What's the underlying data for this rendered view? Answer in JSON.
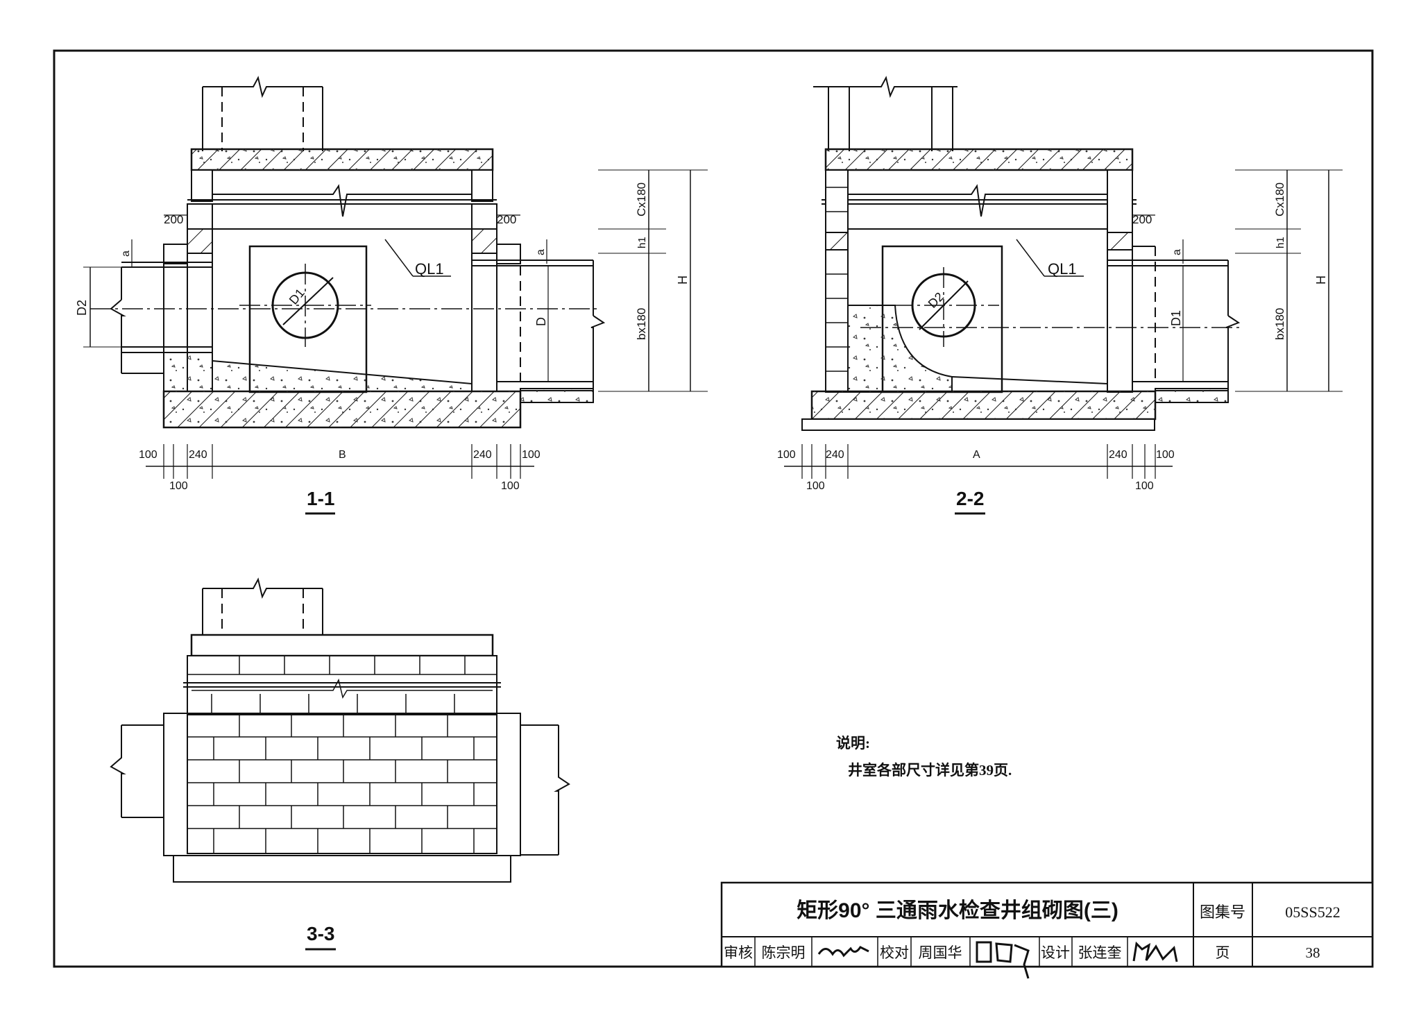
{
  "section_1_1": {
    "title": "1-1",
    "label_ql": "QL1",
    "label_d1": "D1",
    "label_d2": "D2",
    "label_d": "D",
    "label_a": "a",
    "dim_200_left": "200",
    "dim_200_right": "200",
    "dim_cx180": "Cx180",
    "dim_h1": "h1",
    "dim_bx180": "bx180",
    "dim_h": "H",
    "dim_b": "B",
    "dims_bottom": [
      "100",
      "100",
      "240",
      "240",
      "100",
      "100"
    ]
  },
  "section_2_2": {
    "title": "2-2",
    "label_ql": "QL1",
    "label_d1": "D1",
    "label_d2": "D2",
    "label_a": "a",
    "dim_200": "200",
    "dim_cx180": "Cx180",
    "dim_h1": "h1",
    "dim_bx180": "bx180",
    "dim_h": "H",
    "dim_a": "A",
    "dims_bottom": [
      "100",
      "100",
      "240",
      "240",
      "100",
      "100"
    ]
  },
  "section_3_3": {
    "title": "3-3"
  },
  "notes": {
    "heading": "说明:",
    "line1": "井室各部尺寸详见第39页."
  },
  "title_block": {
    "title": "矩形90° 三通雨水检查井组砌图(三)",
    "atlas_label": "图集号",
    "atlas_no": "05SS522",
    "review_label": "审核",
    "reviewer": "陈宗明",
    "check_label": "校对",
    "checker": "周国华",
    "design_label": "设计",
    "designer": "张连奎",
    "page_label": "页",
    "page_no": "38"
  }
}
